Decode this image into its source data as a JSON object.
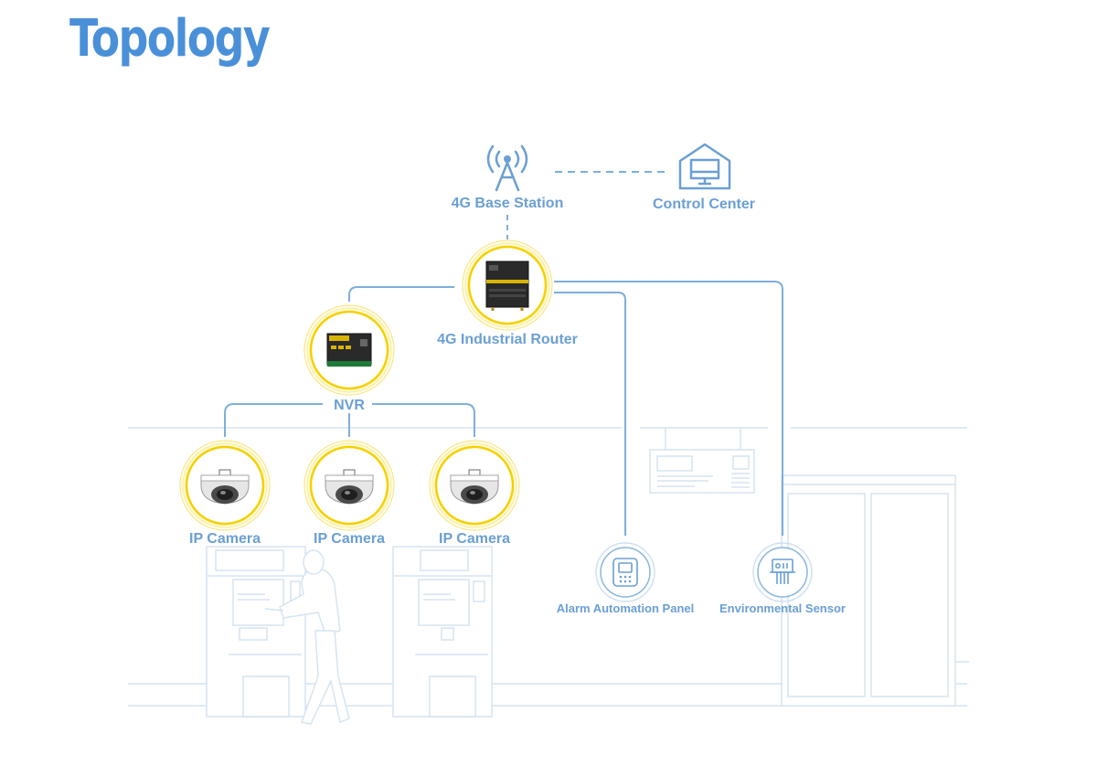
{
  "title": "Topology",
  "nodes": {
    "base_station": "4G Base Station",
    "control_center": "Control Center",
    "router": "4G Industrial Router",
    "nvr": "NVR",
    "camera_1": "IP Camera",
    "camera_2": "IP Camera",
    "camera_3": "IP Camera",
    "alarm_panel": "Alarm Automation Panel",
    "env_sensor": "Environmental Sensor"
  },
  "icons": {
    "base_station": "antenna-tower-icon",
    "control_center": "building-monitor-icon",
    "router": "router-device-icon",
    "nvr": "nvr-device-icon",
    "camera": "dome-camera-icon",
    "alarm_panel": "keypad-panel-icon",
    "env_sensor": "sensor-icon"
  },
  "colors": {
    "title": "#4a90d9",
    "label": "#6a9fd4",
    "link": "#7eaedc",
    "highlight_ring": "#f5d000",
    "background_art": "#d6e4f0"
  }
}
